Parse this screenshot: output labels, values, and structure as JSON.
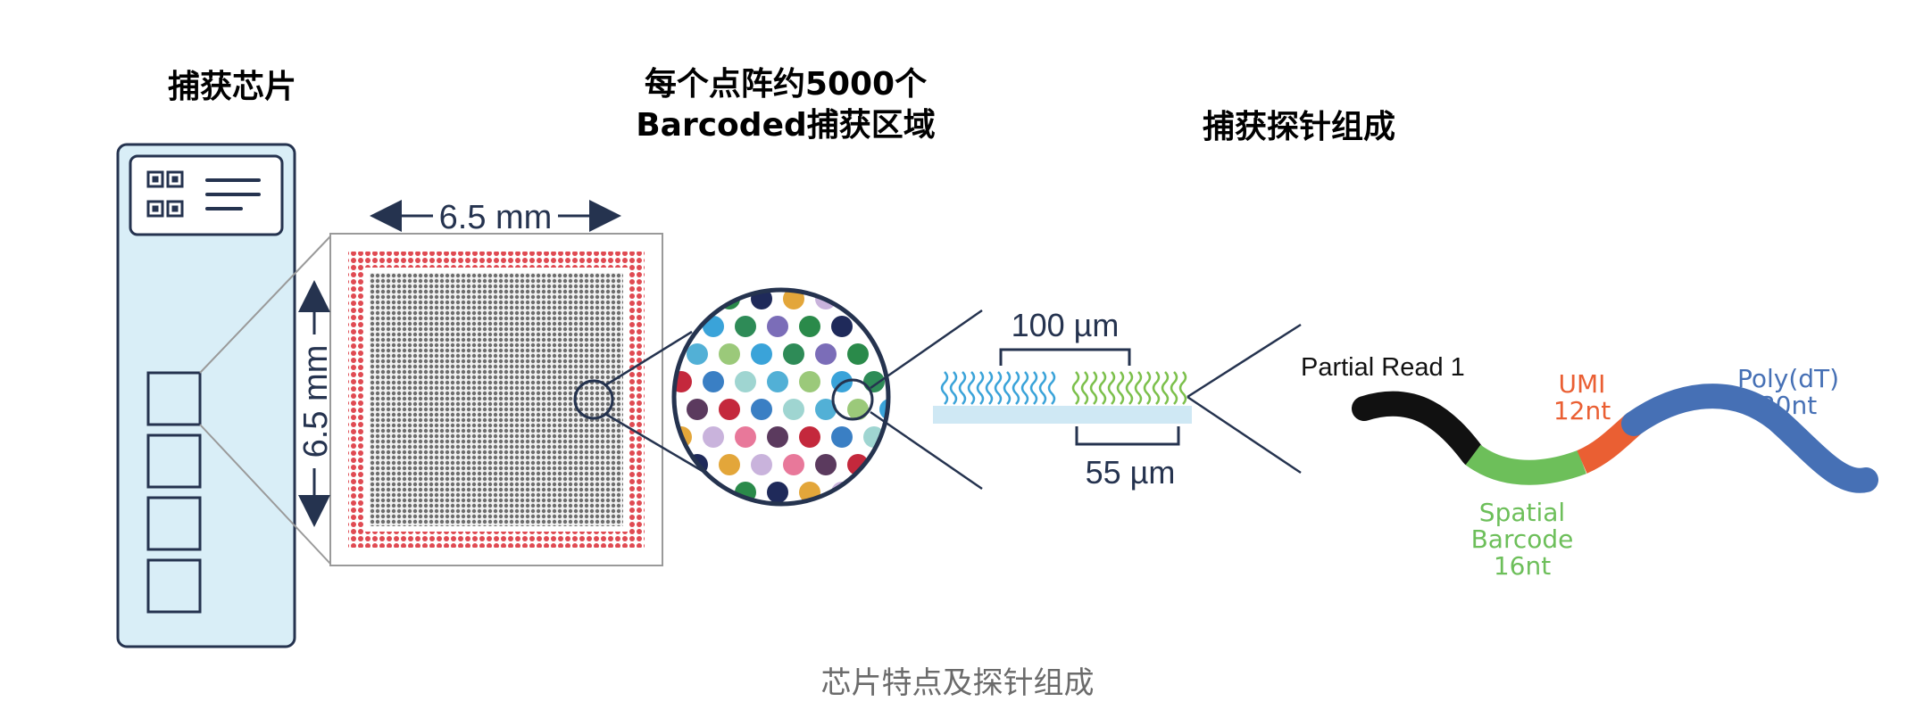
{
  "titles": {
    "chip": "捕获芯片",
    "spots_line1": "每个点阵约5000个",
    "spots_line2": "Barcoded捕获区域",
    "probe": "捕获探针组成"
  },
  "chip_area": {
    "width_label": "6.5 mm",
    "height_label": "6.5 mm"
  },
  "spot_scale": {
    "diameter_label": "100 µm",
    "spacing_label": "55 µm"
  },
  "probe": {
    "read_label": "Partial Read 1",
    "umi_label_1": "UMI",
    "umi_label_2": "12nt",
    "polydt_label_1": "Poly(dT)",
    "polydt_label_2": "30nt",
    "barcode_label_1": "Spatial",
    "barcode_label_2": "Barcode",
    "barcode_label_3": "16nt"
  },
  "colors": {
    "slide_fill": "#d9eef7",
    "slide_border": "#25334f",
    "fiducial_red": "#e04a52",
    "partial_read": "#111111",
    "spatial_barcode": "#6dbf5a",
    "umi": "#ea5f33",
    "polydt": "#4670b5",
    "probe_blue": "#3aa3d9",
    "probe_green": "#7cc04b"
  },
  "caption": "芯片特点及探针组成"
}
